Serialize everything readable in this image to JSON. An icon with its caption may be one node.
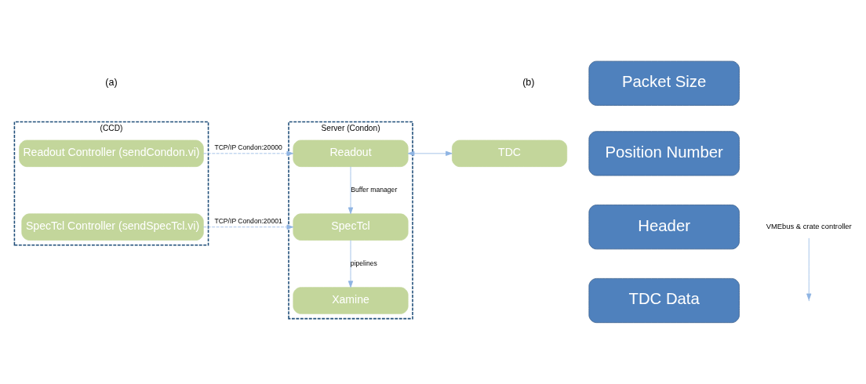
{
  "diagram": {
    "nodes": [
      {
        "text": [
          "(CCD)"
        ]
      },
      {
        "text": [
          "Readout Controller (sendCondon.vi)"
        ],
        "in": 0
      },
      {
        "text": [
          "SpecTcl Controller (sendSpecTcl.vi)"
        ],
        "in": 0
      },
      {
        "text": [
          "Server (Condon)"
        ]
      },
      {
        "text": [
          "Readout"
        ],
        "in": 3
      },
      {
        "text": [
          "SpecTcl"
        ],
        "in": 3
      },
      {
        "text": [
          "Xamine"
        ],
        "in": 3
      },
      {
        "text": [
          "TDC"
        ]
      },
      {
        "text": [
          "VMEbus & crate controller"
        ]
      },
      {
        "text": [
          "Packet Size"
        ]
      },
      {
        "text": [
          "Position Number"
        ]
      },
      {
        "text": [
          "Header"
        ]
      },
      {
        "text": [
          "TDC Data"
        ]
      }
    ],
    "edges": [
      {
        "from": 1,
        "to": 4,
        "arrow": "to",
        "label": "TCP/IP Condon:20000",
        "style": "dashed"
      },
      {
        "from": 2,
        "to": 5,
        "arrow": "to",
        "label": "TCP/IP Condon:20001",
        "style": "dashed"
      },
      {
        "from": 4,
        "to": 5,
        "arrow": "to",
        "label": "Buffer manager"
      },
      {
        "from": 5,
        "to": 6,
        "arrow": "to",
        "label": "pipelines"
      },
      {
        "from": 4,
        "to": 7,
        "arrow": "both"
      },
      {
        "from": 8,
        "to": null,
        "arrow": "to"
      }
    ],
    "labels": [
      "(a)",
      "(b)"
    ]
  }
}
